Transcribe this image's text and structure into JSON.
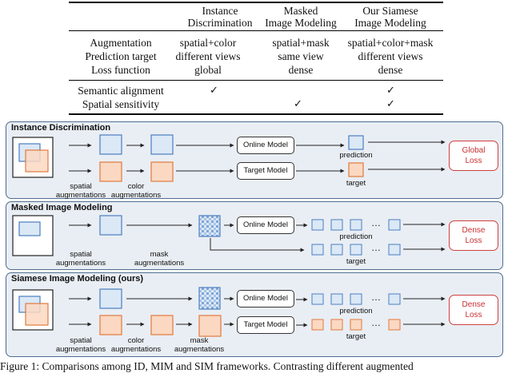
{
  "table": {
    "columns": [
      {
        "line1": "Instance",
        "line2": "Discrimination"
      },
      {
        "line1": "Masked",
        "line2": "Image Modeling"
      },
      {
        "line1": "Our Siamese",
        "line2": "Image Modeling"
      }
    ],
    "row_labels": [
      "Augmentation",
      "Prediction target",
      "Loss function"
    ],
    "rows": [
      [
        "spatial+color",
        "spatial+mask",
        "spatial+color+mask"
      ],
      [
        "different views",
        "same view",
        "different views"
      ],
      [
        "global",
        "dense",
        "dense"
      ]
    ],
    "property_labels": [
      "Semantic alignment",
      "Spatial sensitivity"
    ],
    "check_symbol": "✓",
    "checks": [
      [
        true,
        false,
        true
      ],
      [
        false,
        true,
        true
      ]
    ]
  },
  "panels": {
    "id": {
      "title": "Instance Discrimination",
      "online_model": "Online Model",
      "target_model": "Target Model",
      "spatial_aug": [
        "spatial",
        "augmentations"
      ],
      "color_aug": [
        "color",
        "augmentations"
      ],
      "prediction": "prediction",
      "target": "target",
      "loss": [
        "Global",
        "Loss"
      ]
    },
    "mim": {
      "title": "Masked Image Modeling",
      "online_model": "Online Model",
      "spatial_aug": [
        "spatial",
        "augmentations"
      ],
      "mask_aug": [
        "mask",
        "augmentations"
      ],
      "dots": "…",
      "prediction": "prediction",
      "target": "target",
      "loss": [
        "Dense",
        "Loss"
      ]
    },
    "sim": {
      "title": "Siamese Image Modeling (ours)",
      "online_model": "Online Model",
      "target_model": "Target Model",
      "spatial_aug": [
        "spatial",
        "augmentations"
      ],
      "color_aug": [
        "color",
        "augmentations"
      ],
      "mask_aug": [
        "mask",
        "augmentations"
      ],
      "dots": "…",
      "prediction": "prediction",
      "target": "target",
      "loss": [
        "Dense",
        "Loss"
      ]
    }
  },
  "colors": {
    "blue_fill": "#dbe8f6",
    "blue_stroke": "#4a7fc0",
    "orange_fill": "#fbd8c2",
    "orange_stroke": "#e07a3e",
    "panel_fill": "#e9eef4",
    "panel_stroke": "#4f6d8f",
    "loss_red": "#c83030"
  },
  "caption": "Figure 1: Comparisons among ID, MIM and SIM frameworks. Contrasting different augmented"
}
